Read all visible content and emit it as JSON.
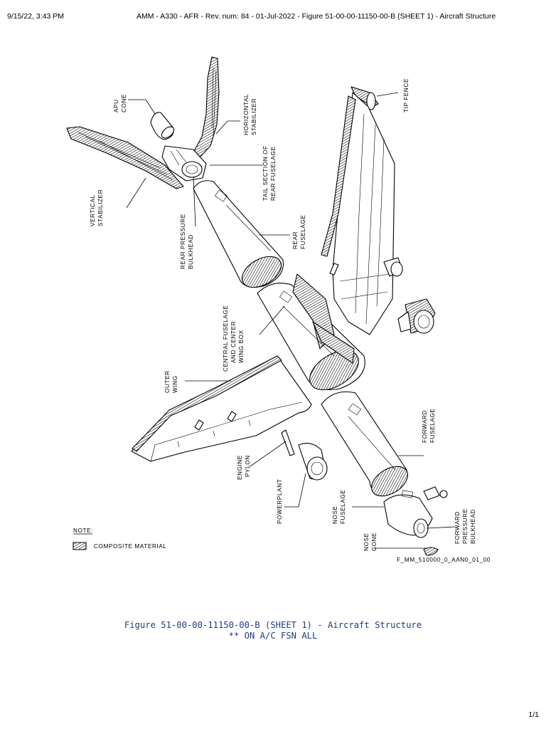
{
  "header": {
    "datetime": "9/15/22, 3:43 PM",
    "title": "AMM - A330 - AFR - Rev. num: 84 - 01-Jul-2022 - Figure 51-00-00-11150-00-B (SHEET 1) - Aircraft Structure"
  },
  "figure": {
    "labels": {
      "apu_cone": [
        "APU",
        "CONE"
      ],
      "horizontal_stabilizer": [
        "HORIZONTAL",
        "STABILIZER"
      ],
      "tail_section": [
        "TAIL SECTION OF",
        "REAR FUSELAGE"
      ],
      "tip_fence": [
        "TIP FENCE"
      ],
      "vertical_stabilizer": [
        "VERTICAL",
        "STABILIZER"
      ],
      "rear_pressure_bulkhead": [
        "REAR PRESSURE",
        "BULKHEAD"
      ],
      "rear_fuselage": [
        "REAR",
        "FUSELAGE"
      ],
      "central_fuselage": [
        "CENTRAL FUSELAGE",
        "AND CENTER",
        "WING BOX"
      ],
      "outer_wing": [
        "OUTER",
        "WING"
      ],
      "forward_fuselage": [
        "FORWARD",
        "FUSELAGE"
      ],
      "engine_pylon": [
        "ENGINE",
        "PYLON"
      ],
      "powerplant": [
        "POWERPLANT"
      ],
      "nose_fuselage": [
        "NOSE",
        "FUSELAGE"
      ],
      "nose_cone": [
        "NOSE",
        "CONE"
      ],
      "forward_pressure_bulkhead": [
        "FORWARD",
        "PRESSURE",
        "BULKHEAD"
      ]
    },
    "note": {
      "title": "NOTE:",
      "legend": "COMPOSITE MATERIAL"
    },
    "figure_id": "F_MM_510000_0_AAN0_01_00"
  },
  "caption": {
    "line1": "Figure 51-00-00-11150-00-B (SHEET 1) - Aircraft Structure",
    "line2": "** ON A/C FSN ALL"
  },
  "footer": {
    "page": "1/1"
  }
}
